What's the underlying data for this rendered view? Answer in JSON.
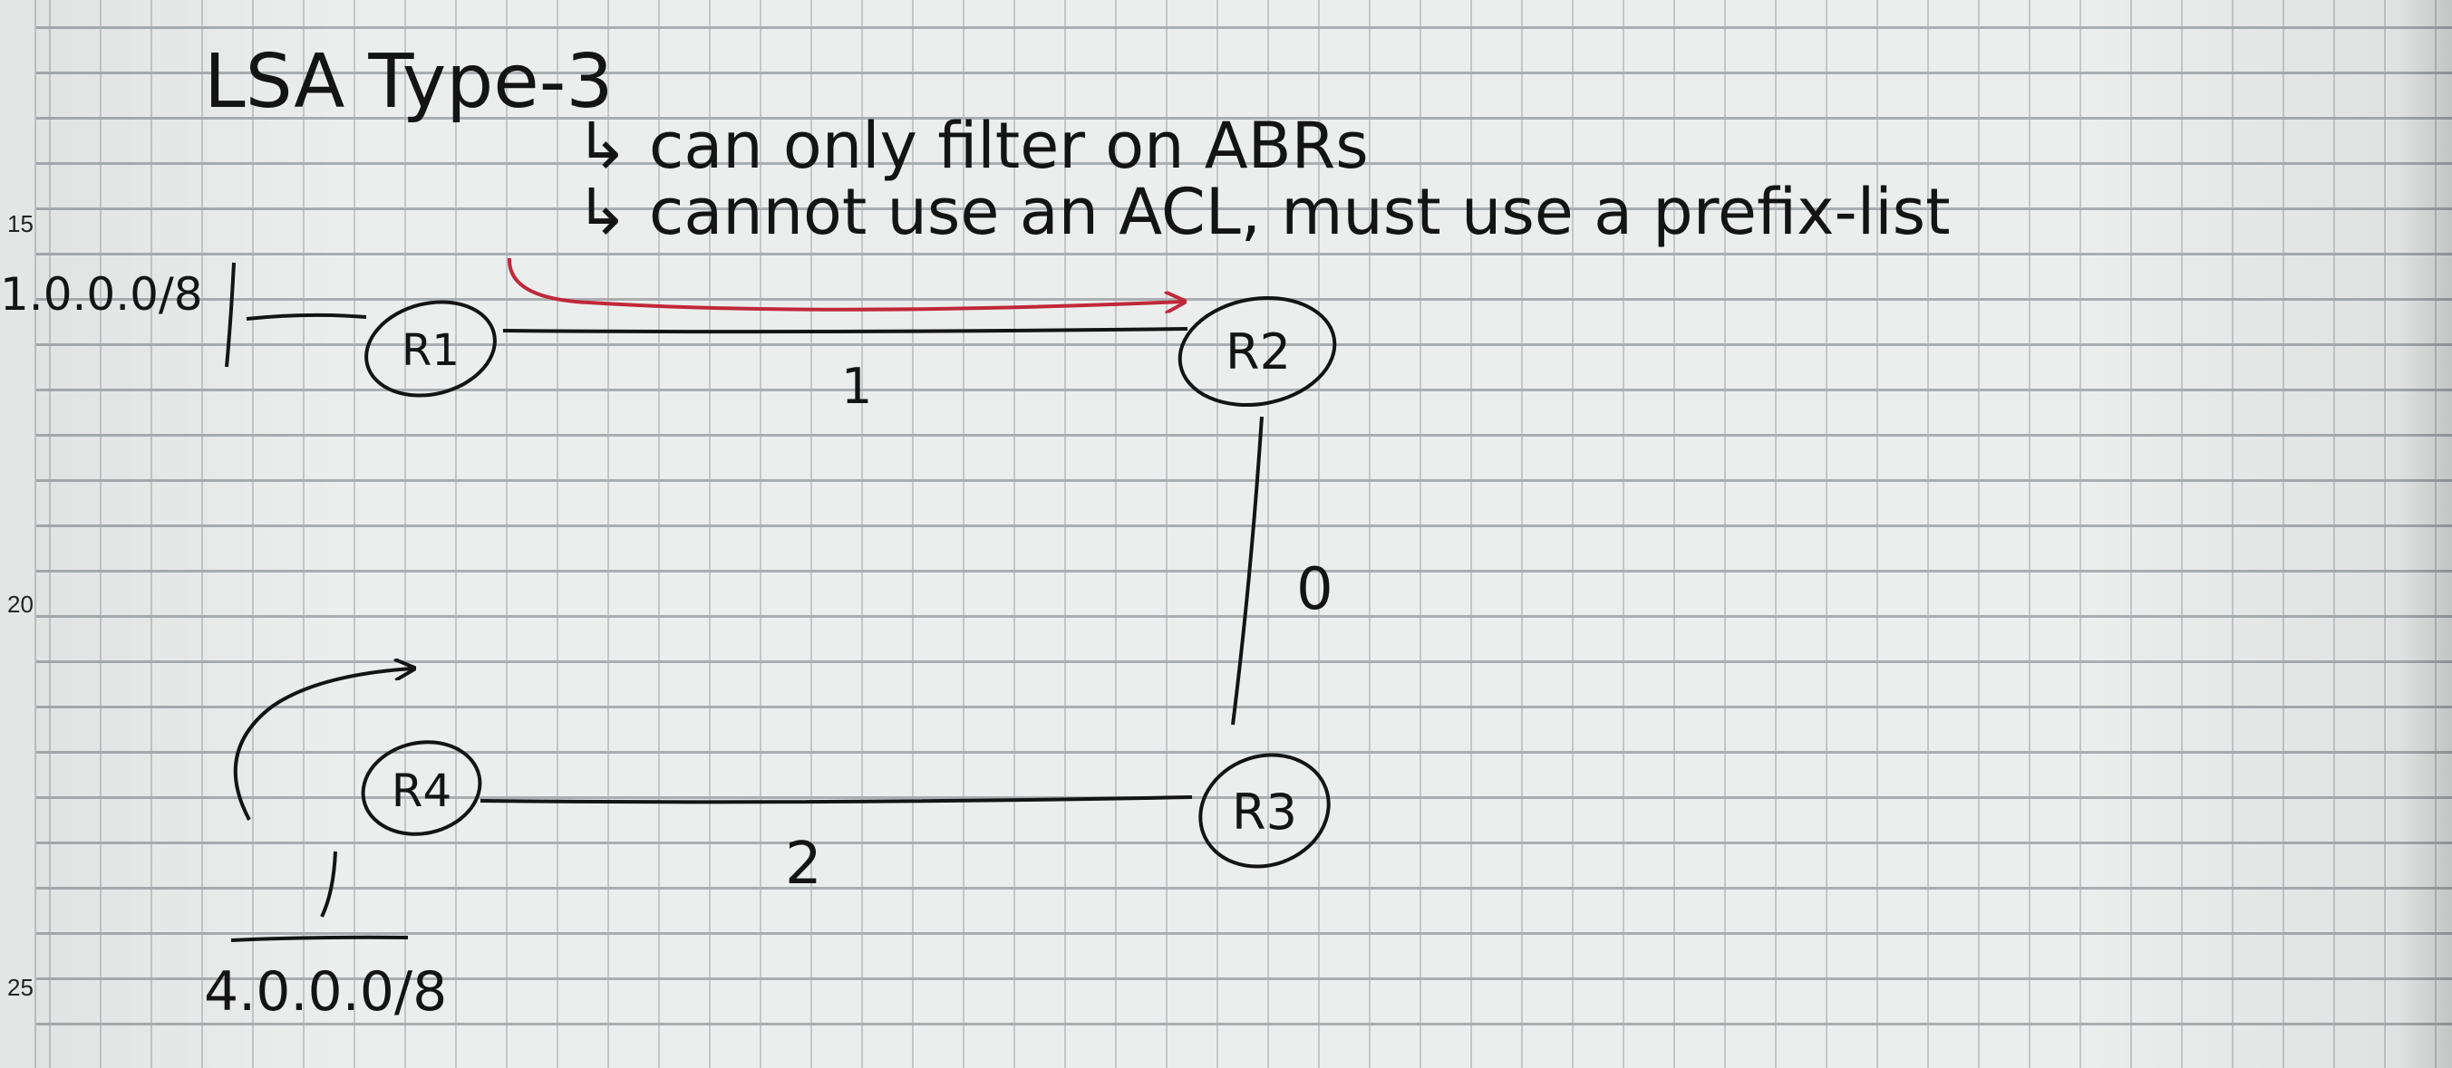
{
  "line_numbers": [
    "15",
    "20",
    "25"
  ],
  "title": "LSA Type-3",
  "notes": [
    "↳ can only filter on ABRs",
    "↳ cannot use an ACL, must use a prefix-list"
  ],
  "routers": [
    {
      "id": "r1",
      "label": "R1"
    },
    {
      "id": "r2",
      "label": "R2"
    },
    {
      "id": "r3",
      "label": "R3"
    },
    {
      "id": "r4",
      "label": "R4"
    }
  ],
  "links": [
    {
      "from": "R1",
      "to": "R2",
      "label": "1"
    },
    {
      "from": "R2",
      "to": "R3",
      "label": "0"
    },
    {
      "from": "R3",
      "to": "R4",
      "label": "2"
    }
  ],
  "networks": {
    "r1": "1.0.0.0/8",
    "r4": "4.0.0.0/8"
  },
  "colors": {
    "ink": "#141414",
    "red_ink": "#c0283a",
    "paper": "#eceeed",
    "grid": "#a9aeb1"
  }
}
